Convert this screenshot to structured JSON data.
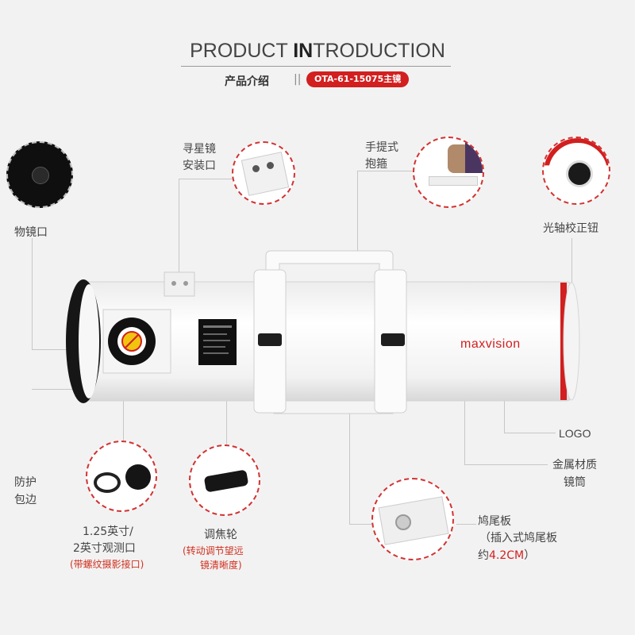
{
  "header": {
    "title_prefix": "PRODUCT ",
    "title_bold": "IN",
    "title_suffix": "TRODUCTION",
    "subtitle": "产品介绍",
    "separator": "||",
    "model_badge": "OTA-61-15075主镜"
  },
  "labels": {
    "objective": "物镜口",
    "finder_line1": "寻星镜",
    "finder_line2": "安装口",
    "handle_line1": "手提式",
    "handle_line2": "抱箍",
    "collimation": "光轴校正钮",
    "protect_line1": "防护",
    "protect_line2": "包边",
    "eyepiece_line1": "1.25英寸/",
    "eyepiece_line2": "2英寸观测口",
    "eyepiece_note": "(带螺纹摄影接口)",
    "focus": "调焦轮",
    "focus_note_line1": "(转动调节望远",
    "focus_note_line2": "镜清晰度)",
    "logo": "LOGO",
    "tube_line1": "金属材质",
    "tube_line2": "镜筒",
    "dovetail_line1": "鸠尾板",
    "dovetail_line2": "（插入式鸠尾板",
    "dovetail_line3_prefix": "约",
    "dovetail_size": "4.2CM",
    "dovetail_line3_suffix": "）"
  },
  "brand": {
    "logo_text": "maxvision"
  },
  "colors": {
    "accent": "#d21f1f",
    "tube": "#ffffff",
    "background": "#f2f2f2"
  }
}
